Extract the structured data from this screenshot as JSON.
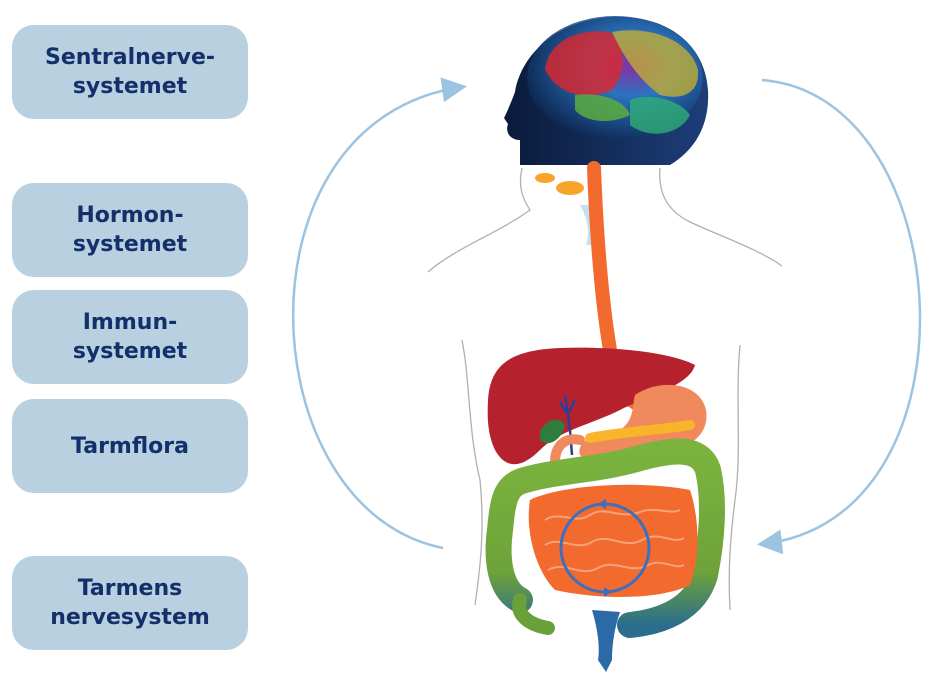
{
  "labels": {
    "cns": "Sentralnerve-\nsystemet",
    "hormone": "Hormon-\nsystemet",
    "immune": "Immun-\nsystemet",
    "flora": "Tarmflora",
    "ens": "Tarmens\nnervesystem"
  },
  "colors": {
    "box_fill": "#b8d0e0",
    "box_text": "#13306b",
    "arrow": "#9cc3e0",
    "esophagus": "#f26a2e",
    "liver": "#b5222d",
    "stomach": "#f08a5c",
    "large_intestine": "#7bb33e",
    "small_intestine": "#f26a2e",
    "rectum": "#2b6aa6",
    "body_outline": "#b0b0b0"
  }
}
